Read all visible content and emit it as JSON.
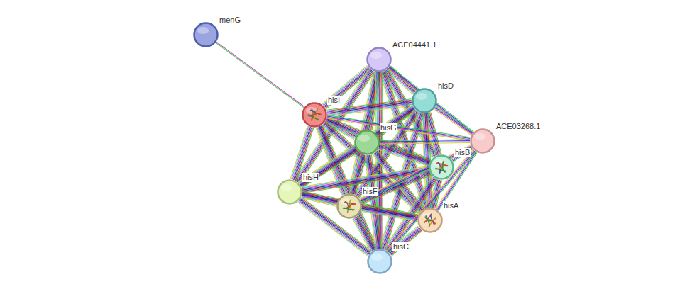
{
  "diagram": {
    "nodes": [
      {
        "text": [
          "menG"
        ]
      },
      {
        "text": [
          "ACE04441.1"
        ]
      },
      {
        "text": [
          "hisI"
        ]
      },
      {
        "text": [
          "hisD"
        ]
      },
      {
        "text": [
          "hisG"
        ]
      },
      {
        "text": [
          "ACE03268.1"
        ]
      },
      {
        "text": [
          "hisB"
        ]
      },
      {
        "text": [
          "hisH"
        ]
      },
      {
        "text": [
          "hisF"
        ]
      },
      {
        "text": [
          "hisA"
        ]
      },
      {
        "text": [
          "hisC"
        ]
      }
    ],
    "edges": [
      {
        "from": 0,
        "to": 2,
        "arrow": "none"
      },
      {
        "from": 1,
        "to": 2,
        "arrow": "none"
      },
      {
        "from": 1,
        "to": 3,
        "arrow": "none"
      },
      {
        "from": 1,
        "to": 4,
        "arrow": "none"
      },
      {
        "from": 1,
        "to": 6,
        "arrow": "none"
      },
      {
        "from": 1,
        "to": 7,
        "arrow": "none"
      },
      {
        "from": 1,
        "to": 8,
        "arrow": "none"
      },
      {
        "from": 1,
        "to": 9,
        "arrow": "none"
      },
      {
        "from": 1,
        "to": 10,
        "arrow": "none"
      },
      {
        "from": 2,
        "to": 3,
        "arrow": "none"
      },
      {
        "from": 2,
        "to": 4,
        "arrow": "none"
      },
      {
        "from": 2,
        "to": 6,
        "arrow": "none"
      },
      {
        "from": 2,
        "to": 7,
        "arrow": "none"
      },
      {
        "from": 2,
        "to": 8,
        "arrow": "none"
      },
      {
        "from": 2,
        "to": 9,
        "arrow": "none"
      },
      {
        "from": 2,
        "to": 10,
        "arrow": "none"
      },
      {
        "from": 3,
        "to": 4,
        "arrow": "none"
      },
      {
        "from": 3,
        "to": 6,
        "arrow": "none"
      },
      {
        "from": 3,
        "to": 7,
        "arrow": "none"
      },
      {
        "from": 3,
        "to": 8,
        "arrow": "none"
      },
      {
        "from": 3,
        "to": 9,
        "arrow": "none"
      },
      {
        "from": 3,
        "to": 10,
        "arrow": "none"
      },
      {
        "from": 4,
        "to": 6,
        "arrow": "none"
      },
      {
        "from": 4,
        "to": 7,
        "arrow": "none"
      },
      {
        "from": 4,
        "to": 8,
        "arrow": "none"
      },
      {
        "from": 4,
        "to": 9,
        "arrow": "none"
      },
      {
        "from": 4,
        "to": 10,
        "arrow": "none"
      },
      {
        "from": 6,
        "to": 7,
        "arrow": "none"
      },
      {
        "from": 6,
        "to": 8,
        "arrow": "none"
      },
      {
        "from": 6,
        "to": 9,
        "arrow": "none"
      },
      {
        "from": 6,
        "to": 10,
        "arrow": "none"
      },
      {
        "from": 7,
        "to": 8,
        "arrow": "none"
      },
      {
        "from": 7,
        "to": 9,
        "arrow": "none"
      },
      {
        "from": 7,
        "to": 10,
        "arrow": "none"
      },
      {
        "from": 8,
        "to": 9,
        "arrow": "none"
      },
      {
        "from": 8,
        "to": 10,
        "arrow": "none"
      },
      {
        "from": 9,
        "to": 10,
        "arrow": "none"
      },
      {
        "from": 1,
        "to": 5,
        "arrow": "none"
      },
      {
        "from": 2,
        "to": 5,
        "arrow": "none"
      },
      {
        "from": 3,
        "to": 5,
        "arrow": "none"
      },
      {
        "from": 4,
        "to": 5,
        "arrow": "none"
      },
      {
        "from": 5,
        "to": 6,
        "arrow": "none"
      },
      {
        "from": 5,
        "to": 8,
        "arrow": "none"
      },
      {
        "from": 5,
        "to": 9,
        "arrow": "none"
      },
      {
        "from": 5,
        "to": 10,
        "arrow": "none"
      }
    ]
  }
}
